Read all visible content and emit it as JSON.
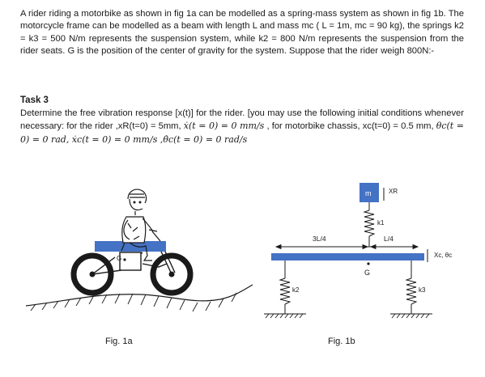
{
  "problem": {
    "intro": "A rider riding a motorbike as shown in fig 1a can be modelled as a spring-mass system as shown in fig 1b. The motorcycle frame can be modelled as a beam with length L and mass mc ( L = 1m, mc = 90 kg), the springs k2 = k3 = 500 N/m represents the suspension system, while k2 = 800 N/m represents the suspension from the rider seats. G is the position of the center of gravity for the system. Suppose that the rider weigh 800N:-",
    "task_title": "Task 3",
    "task_text_1": "Determine the free vibration response [x(t)] for the rider. [you may use the following initial conditions whenever necessary: for the rider ,xR(t=0) = 5mm, ",
    "task_math_1": "ẋ(t = 0) = 0 mm/s",
    "task_text_2": " , for motorbike chassis, xc(t=0) = 0.5 mm, ",
    "task_math_2": "θc(t = 0) = 0 rad, ẋc(t = 0) = 0 mm/s ,θ̇c(t = 0) = 0 rad/s"
  },
  "fig1a": {
    "caption": "Fig. 1a",
    "g_label": "G"
  },
  "fig1b": {
    "caption": "Fig. 1b",
    "mass_label": "m",
    "xr_label": "XR",
    "k1_label": "k1",
    "k2_label": "k2",
    "k3_label": "k3",
    "left_dim": "3L/4",
    "right_dim": "L/4",
    "g_label": "G",
    "xc_label": "Xc, θc"
  },
  "colors": {
    "blue": "#4472c4",
    "ink": "#1a1a1a"
  }
}
